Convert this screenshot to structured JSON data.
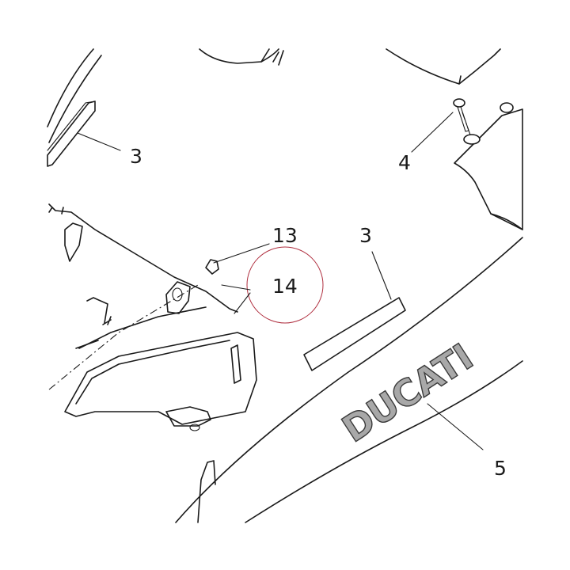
{
  "callouts": [
    {
      "id": "c-3a",
      "label": "3"
    },
    {
      "id": "c-4",
      "label": "4"
    },
    {
      "id": "c-13",
      "label": "13"
    },
    {
      "id": "c-14",
      "label": "14"
    },
    {
      "id": "c-3b",
      "label": "3"
    },
    {
      "id": "c-5",
      "label": "5"
    }
  ],
  "decal": {
    "text": "DUCATI",
    "fill_color": "#a8a8a8"
  },
  "highlight": {
    "label_ref": "14",
    "color": "#b03040"
  }
}
